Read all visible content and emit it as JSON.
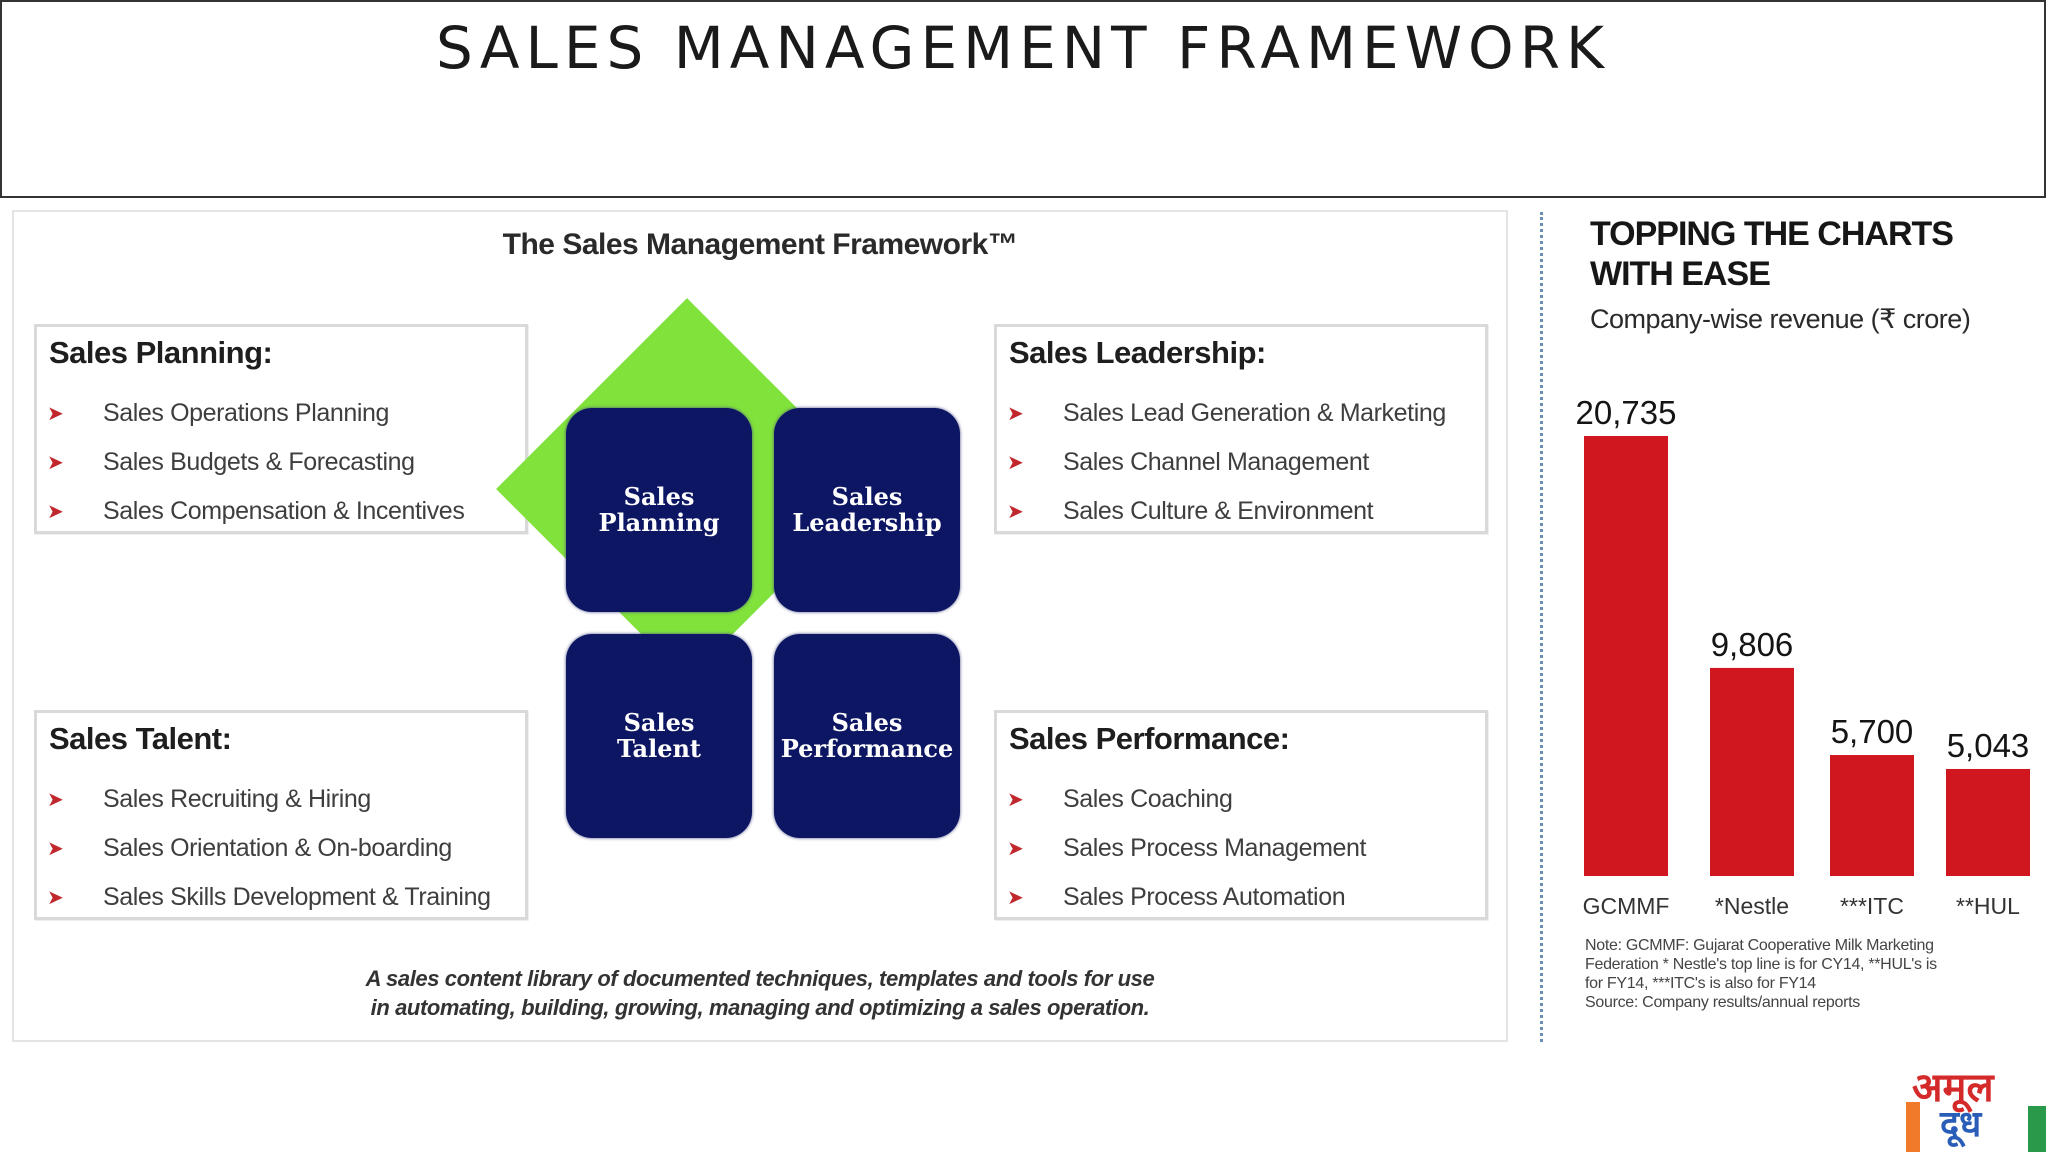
{
  "slide": {
    "title": "SALES MANAGEMENT FRAMEWORK"
  },
  "framework": {
    "title": "The Sales Management Framework™",
    "panels": [
      {
        "heading": "Sales Planning:",
        "items": [
          "Sales Operations Planning",
          "Sales Budgets & Forecasting",
          "Sales Compensation & Incentives"
        ]
      },
      {
        "heading": "Sales Leadership:",
        "items": [
          "Sales Lead Generation & Marketing",
          "Sales Channel Management",
          "Sales Culture & Environment"
        ]
      },
      {
        "heading": "Sales Talent:",
        "items": [
          "Sales Recruiting & Hiring",
          "Sales Orientation & On-boarding",
          "Sales Skills Development & Training"
        ]
      },
      {
        "heading": "Sales Performance:",
        "items": [
          "Sales Coaching",
          "Sales Process Management",
          "Sales Process Automation"
        ]
      }
    ],
    "quadrants": [
      {
        "line1": "Sales",
        "line2": "Planning"
      },
      {
        "line1": "Sales",
        "line2": "Leadership"
      },
      {
        "line1": "Sales",
        "line2": "Talent"
      },
      {
        "line1": "Sales",
        "line2": "Performance"
      }
    ],
    "bullet_glyph": "➤",
    "footer_line1": "A sales content library of documented techniques, templates and tools for use",
    "footer_line2": "in automating, building, growing, managing and optimizing a sales operation.",
    "colors": {
      "quadrant_fill": "#0d1663",
      "diamond_fill": "#80e23a",
      "bullet": "#c0282d"
    }
  },
  "chart_data": {
    "type": "bar",
    "title": "TOPPING THE CHARTS WITH EASE",
    "subtitle": "Company-wise revenue (₹ crore)",
    "categories": [
      "GCMMF",
      "*Nestle",
      "***ITC",
      "**HUL"
    ],
    "values": [
      20735,
      9806,
      5700,
      5043
    ],
    "value_labels": [
      "20,735",
      "9,806",
      "5,700",
      "5,043"
    ],
    "ylim": [
      0,
      20735
    ],
    "grid": false,
    "bar_color": "#d0161e",
    "note_line1": "Note: GCMMF: Gujarat Cooperative Milk Marketing",
    "note_line2": "Federation * Nestle's top line is for CY14, **HUL's is",
    "note_line3": "for FY14, ***ITC's is also for FY14",
    "note_line4": "Source: Company results/annual reports"
  },
  "logo": {
    "line1": "अमूल",
    "line2": "दूध"
  }
}
